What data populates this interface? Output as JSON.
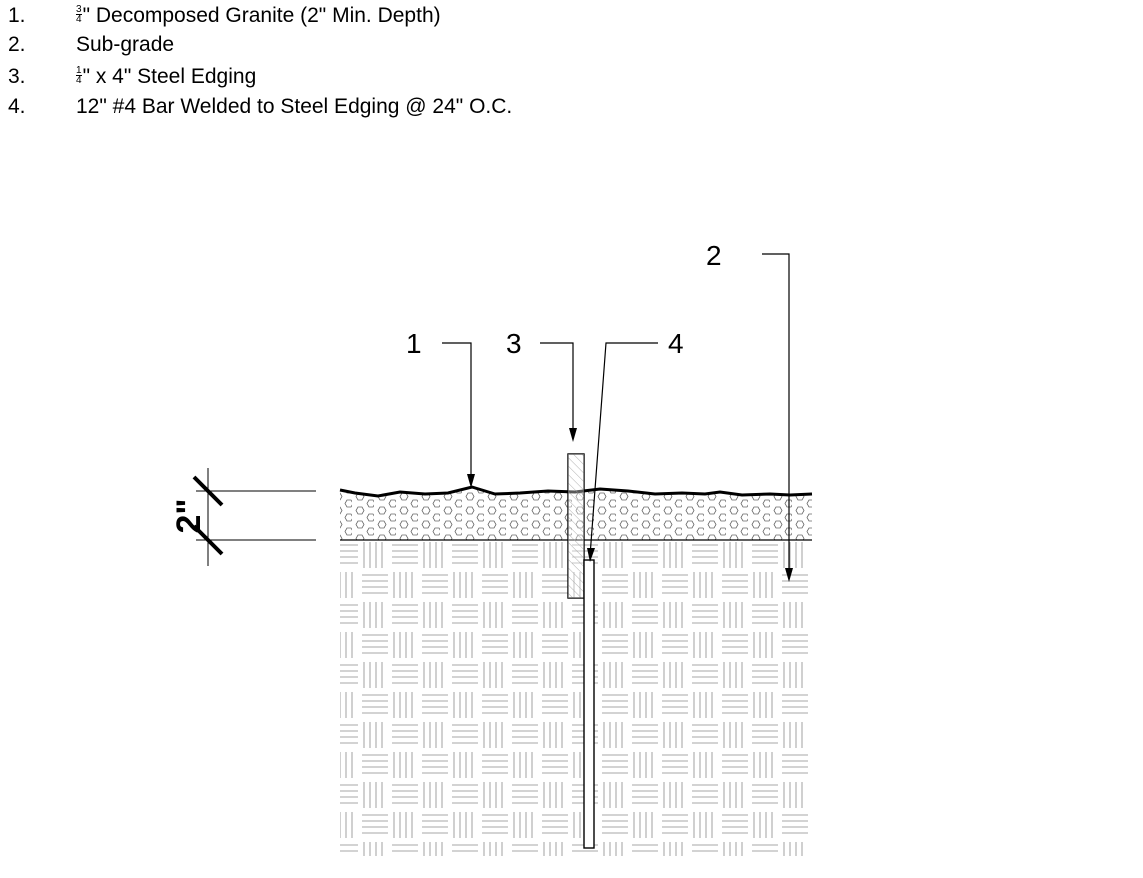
{
  "legend": {
    "items": [
      {
        "num": "1.",
        "frac_num": "3",
        "frac_den": "4",
        "text": "\" Decomposed Granite (2\" Min. Depth)"
      },
      {
        "num": "2.",
        "frac_num": "",
        "frac_den": "",
        "text": "Sub-grade"
      },
      {
        "num": "3.",
        "frac_num": "1",
        "frac_den": "4",
        "text": "\" x 4\" Steel Edging"
      },
      {
        "num": "4.",
        "frac_num": "",
        "frac_den": "",
        "text": "12\" #4 Bar Welded to Steel Edging @ 24\" O.C."
      }
    ]
  },
  "callouts": {
    "c1": "1",
    "c2": "2",
    "c3": "3",
    "c4": "4"
  },
  "dimension": {
    "label": "2\""
  }
}
